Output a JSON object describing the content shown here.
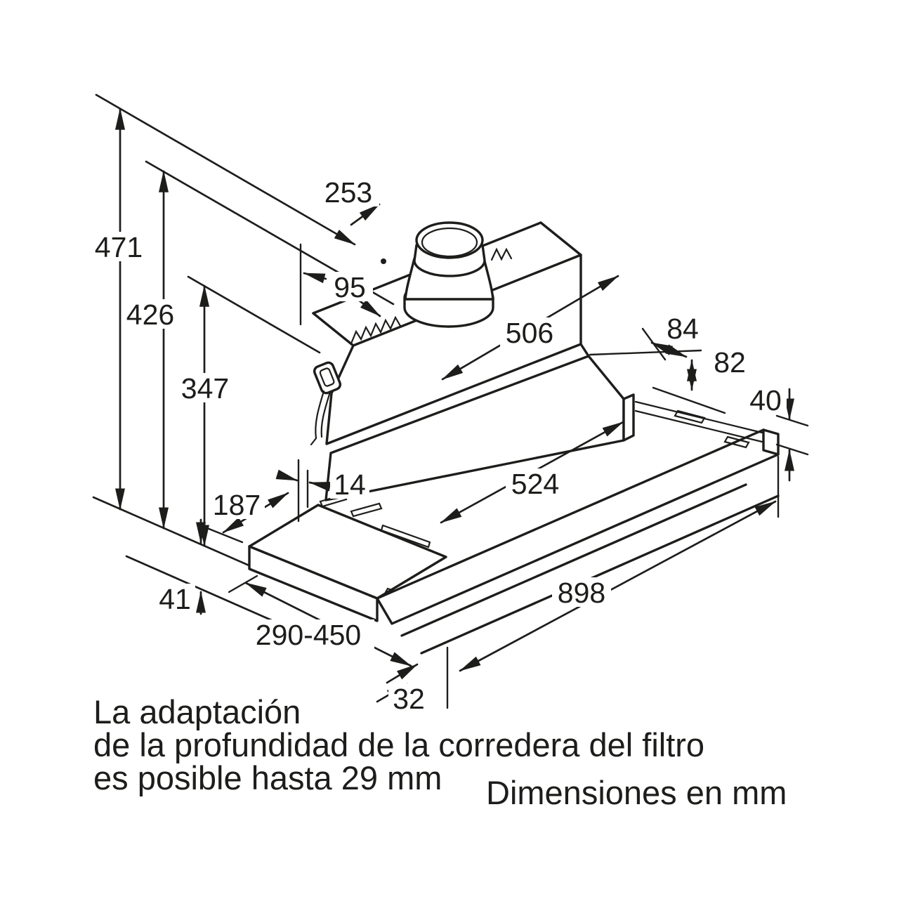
{
  "diagram": {
    "type": "technical-dimension-drawing",
    "subject": "telescopic-range-hood",
    "colors": {
      "line": "#1d1d1b",
      "background": "#ffffff"
    },
    "dimensions": {
      "total_height": "471",
      "height_to_top": "426",
      "height_mid": "347",
      "top_section_depth": "253",
      "duct_offset": "95",
      "body_width": "506",
      "step_depth": "84",
      "step_height": "82",
      "rail_height": "40",
      "chassis_width": "524",
      "front_setback": "14",
      "visor_depth": "187",
      "visor_height": "41",
      "pullout_range": "290-450",
      "rail_depth": "32",
      "total_width": "898"
    },
    "notes": {
      "caption_line1": "La adaptación",
      "caption_line2": "de la profundidad de la corredera del filtro",
      "caption_line3": "es posible hasta 29 mm",
      "units_note": "Dimensiones en mm"
    }
  }
}
